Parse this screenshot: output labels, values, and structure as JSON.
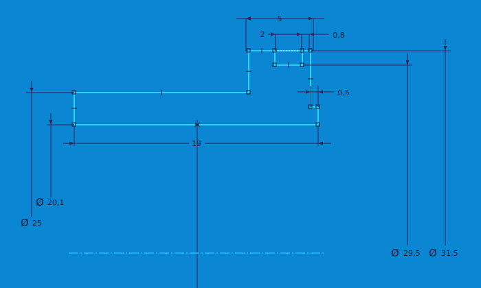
{
  "colors": {
    "background": "#0a86d3",
    "profile": "#33eaff",
    "dimension": "#3a1f55",
    "axis": "#3a1f55",
    "centerline": "#2ab7ff"
  },
  "dimensions": {
    "width_5": "5",
    "width_2": "2",
    "width_08": "0,8",
    "width_05": "0,5",
    "length_19": "19",
    "diameter_symbol": "Ø",
    "dia_201": "20,1",
    "dia_25": "25",
    "dia_295": "29,5",
    "dia_315": "31,5"
  }
}
